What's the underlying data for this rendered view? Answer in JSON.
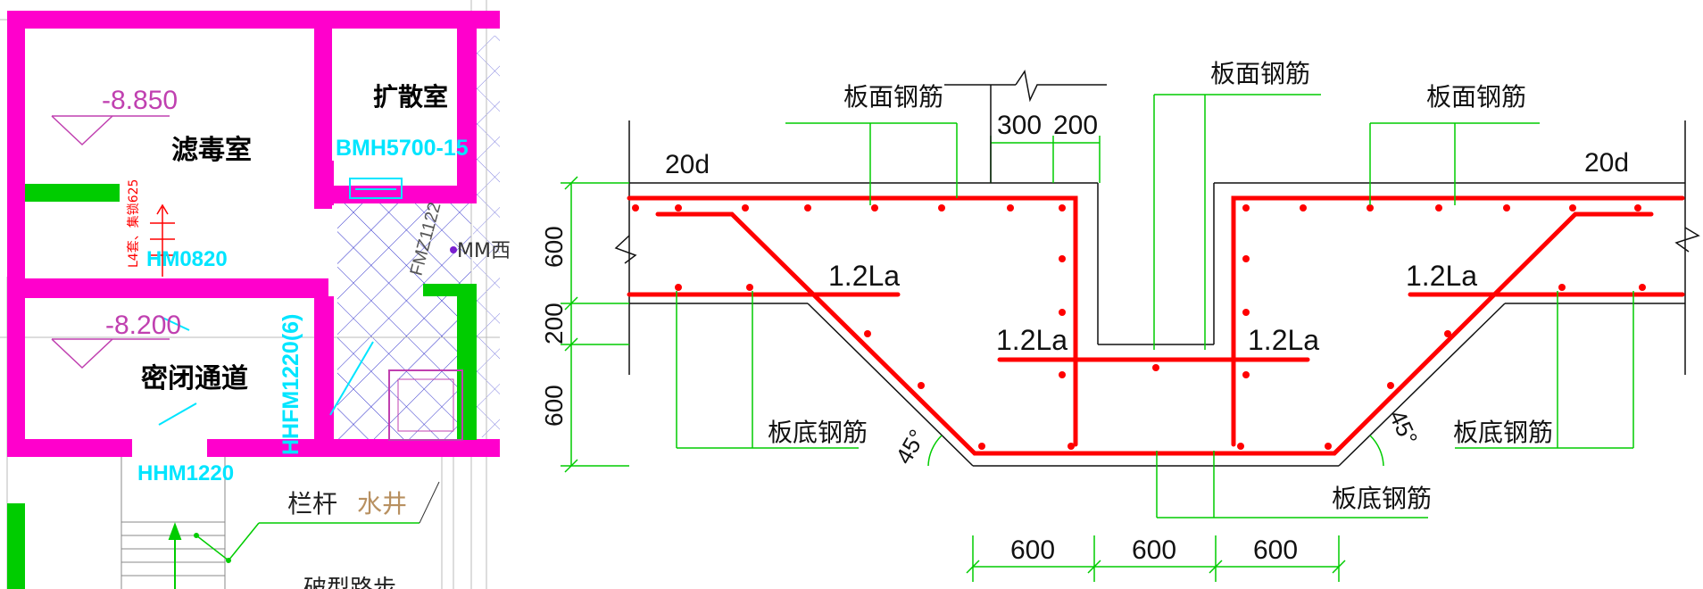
{
  "floor_plan": {
    "rooms": {
      "filter_room": "滤毒室",
      "diffusion_room": "扩散室",
      "airtight_passage": "密闭通道"
    },
    "elevations": {
      "filter_room": "-8.850",
      "airtight_passage": "-8.200"
    },
    "door_codes": {
      "hm0820": "HM0820",
      "bmh5700": "BMH5700-15",
      "hhfm1220": "HHFM1220(6)",
      "hhm1220": "HHM1220",
      "fmz1122": "FMZ1122"
    },
    "stair_note": "L4套、集锁625",
    "side_label": "MM西",
    "railing_label": "栏杆",
    "well_label": "水井",
    "bottom_label": "破型路步"
  },
  "rebar_detail": {
    "top_rebar_left": "板面钢筋",
    "top_rebar_center": "板面钢筋",
    "top_rebar_right": "板面钢筋",
    "bottom_rebar_left": "板底钢筋",
    "bottom_rebar_right": "板底钢筋",
    "bottom_rebar_center": "板底钢筋",
    "anchor_left": "20d",
    "anchor_right": "20d",
    "dim_300": "300",
    "dim_200_top": "200",
    "lap_left": "1.2La",
    "lap_inner_left": "1.2La",
    "lap_inner_right": "1.2La",
    "lap_right": "1.2La",
    "dim_v_600_top": "600",
    "dim_v_200": "200",
    "dim_v_600_bottom": "600",
    "angle_left": "45°",
    "angle_right": "45°",
    "dim_b1": "600",
    "dim_b2": "600",
    "dim_b3": "600"
  },
  "colors": {
    "wall": "#ff00cc",
    "cyan_text": "#00e5ff",
    "green_line": "#00cc00",
    "rebar": "#ff0000",
    "outline": "#111111",
    "hatch": "#3333cc",
    "elevation": "#c040b0"
  }
}
